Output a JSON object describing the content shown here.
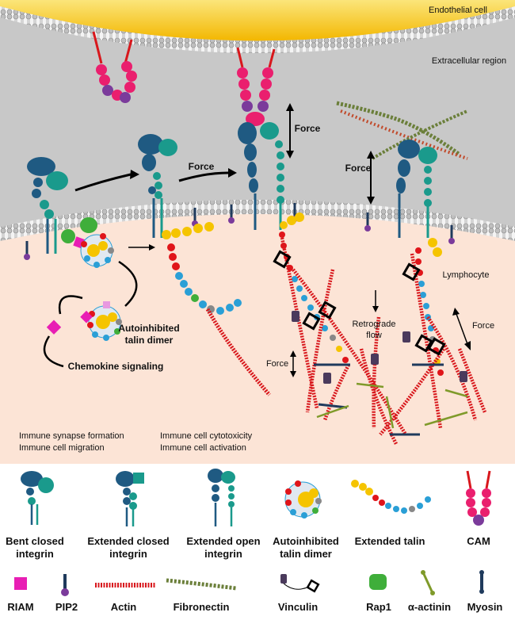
{
  "regions": {
    "endothelial_cell": "Endothelial cell",
    "extracellular": "Extracellular region",
    "lymphocyte": "Lymphocyte"
  },
  "labels": {
    "force_1": "Force",
    "force_2": "Force",
    "force_3": "Force",
    "force_4": "Force",
    "force_5": "Force",
    "retrograde_line1": "Retrograde",
    "retrograde_line2": "flow",
    "autoinhibited_line1": "Autoinhibited",
    "autoinhibited_line2": "talin dimer",
    "chemokine": "Chemokine signaling"
  },
  "functions": {
    "left_line1": "Immune synapse formation",
    "left_line2": "Immune cell migration",
    "right_line1": "Immune cell cytotoxicity",
    "right_line2": "Immune cell activation"
  },
  "legend": {
    "row1": [
      {
        "line1": "Bent closed",
        "line2": "integrin",
        "icon": "bent-closed-integrin-icon"
      },
      {
        "line1": "Extended closed",
        "line2": "integrin",
        "icon": "extended-closed-integrin-icon"
      },
      {
        "line1": "Extended open",
        "line2": "integrin",
        "icon": "extended-open-integrin-icon"
      },
      {
        "line1": "Autoinhibited",
        "line2": "talin dimer",
        "icon": "talin-dimer-icon"
      },
      {
        "line1": "Extended talin",
        "line2": "",
        "icon": "extended-talin-icon"
      },
      {
        "line1": "CAM",
        "line2": "",
        "icon": "cam-icon"
      }
    ],
    "row2": [
      {
        "label": "RIAM",
        "icon": "riam-icon"
      },
      {
        "label": "PIP2",
        "icon": "pip2-icon"
      },
      {
        "label": "Actin",
        "icon": "actin-icon"
      },
      {
        "label": "Fibronectin",
        "icon": "fibronectin-icon"
      },
      {
        "label": "Vinculin",
        "icon": "vinculin-icon"
      },
      {
        "label": "Rap1",
        "icon": "rap1-icon"
      },
      {
        "label": "α-actinin",
        "icon": "alpha-actinin-icon"
      },
      {
        "label": "Myosin",
        "icon": "myosin-icon"
      }
    ]
  },
  "colors": {
    "endothelial": "#f7c21a",
    "extracellular": "#c8c8c8",
    "lymphocyte": "#fce4d6",
    "integrin_dark": "#1f5a82",
    "integrin_teal": "#1a9a8c",
    "talin_yellow": "#f5c400",
    "talin_red": "#e0151a",
    "talin_blue": "#2a9fd6",
    "cam_pink": "#ea1f6e",
    "cam_purple": "#7b3b9b",
    "actin": "#d8171c",
    "riam": "#e81eb4",
    "rap1": "#3fae3a",
    "vinculin": "#4a3a5c",
    "alpha_actinin": "#7f9a2a",
    "myosin": "#1f3a5c"
  }
}
